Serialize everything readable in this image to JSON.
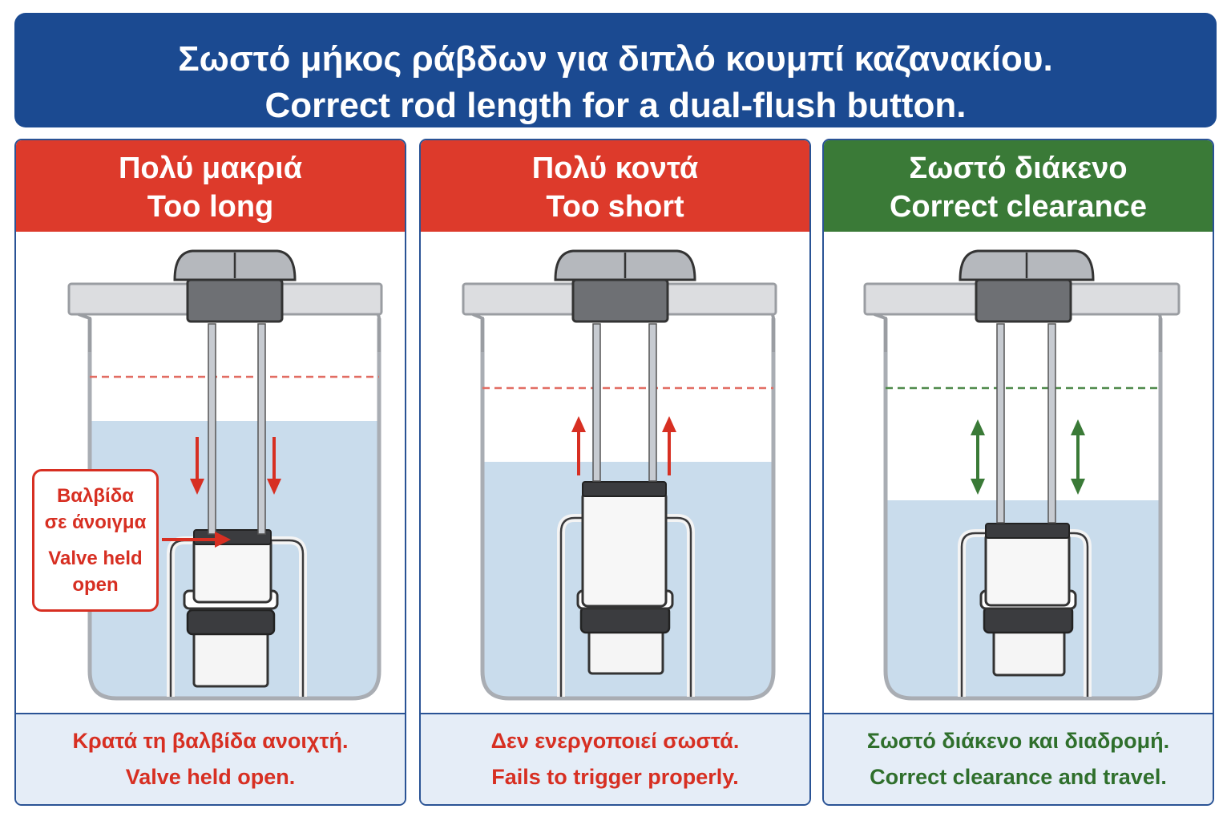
{
  "header": {
    "title_gr": "Σωστό μήκος ράβδων για διπλό κουμπί καζανακίου.",
    "title_en": "Correct rod length for a dual-flush button."
  },
  "panels": [
    {
      "title_gr": "Πολύ μακριά",
      "title_en": "Too long",
      "caption_gr": "Κρατά τη βαλβίδα ανοιχτή.",
      "caption_en": "Valve held open.",
      "status": "error",
      "arrow_direction": "down"
    },
    {
      "title_gr": "Πολύ κοντά",
      "title_en": "Too short",
      "caption_gr": "Δεν ενεργοποιεί σωστά.",
      "caption_en": "Fails to trigger properly.",
      "status": "error",
      "arrow_direction": "up"
    },
    {
      "title_gr": "Σωστό διάκενο",
      "title_en": "Correct clearance",
      "caption_gr": "Σωστό διάκενο και διαδρομή.",
      "caption_en": "Correct clearance and travel.",
      "status": "ok",
      "arrow_direction": "both"
    }
  ],
  "callout": {
    "line1_gr": "Βαλβίδα",
    "line2_gr": "σε άνοιγμα",
    "line1_en": "Valve held",
    "line2_en": "open"
  },
  "colors": {
    "banner": "#1b4a91",
    "error": "#dd3a2b",
    "error_text": "#d72f22",
    "ok": "#3a7a37",
    "ok_text": "#2f6f2c",
    "water": "#c9dcec",
    "footer": "#e5edf7"
  }
}
